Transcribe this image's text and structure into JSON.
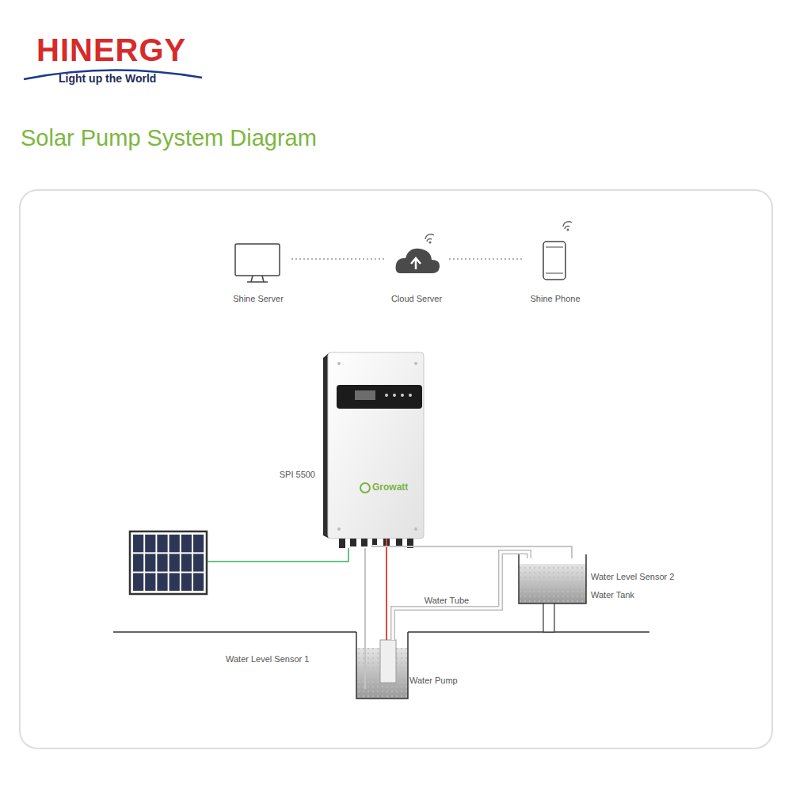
{
  "diagram": {
    "title": "Solar Pump System Diagram",
    "nodes": [
      {
        "text": [
          "Shine Server"
        ]
      },
      {
        "text": [
          "Cloud Server"
        ]
      },
      {
        "text": [
          "Shine Phone"
        ]
      },
      {
        "text": [
          "SPI 5500",
          "Growatt"
        ]
      },
      {
        "text": [
          "Water Level Sensor 2",
          "Water Tank"
        ]
      },
      {
        "text": [
          "Water Pump"
        ]
      }
    ],
    "edges": [
      {
        "from": 0,
        "to": 1,
        "arrow": "none"
      },
      {
        "from": 1,
        "to": 2,
        "arrow": "none"
      },
      {
        "from": 3,
        "to": 5,
        "arrow": "none"
      },
      {
        "from": 5,
        "to": 4,
        "label": "Water Tube",
        "arrow": "none"
      },
      {
        "from": 3,
        "to": 4,
        "arrow": "none"
      }
    ],
    "labels": [
      "HINERGY",
      "Light up the World",
      "Water Level Sensor 1"
    ]
  }
}
